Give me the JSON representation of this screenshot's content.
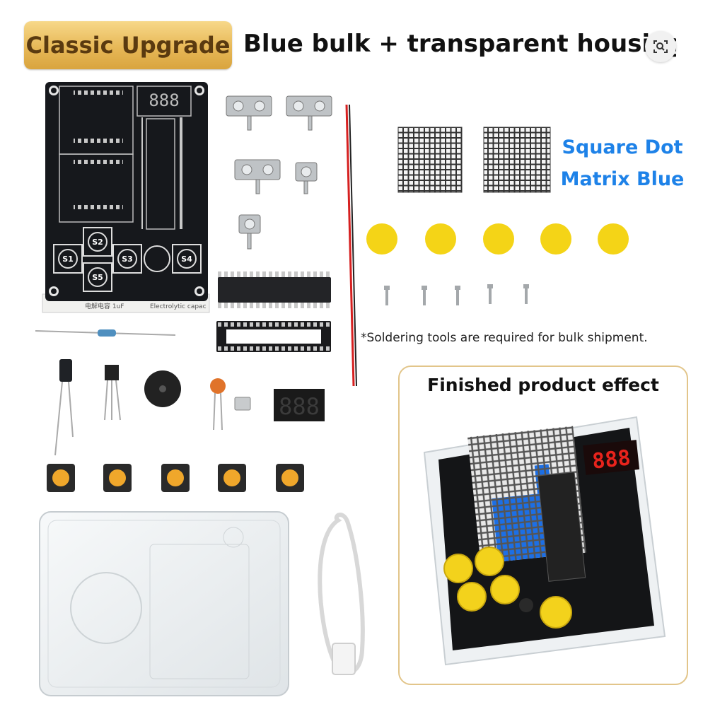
{
  "header": {
    "badge": "Classic Upgrade",
    "headline": "Blue bulk + transparent housing"
  },
  "icons": {
    "lens": "visual-search-icon"
  },
  "matrix_label": {
    "line1": "Square Dot",
    "line2": "Matrix Blue"
  },
  "note": "*Soldering tools are required for bulk shipment.",
  "finished": {
    "title": "Finished product effect"
  },
  "pcb": {
    "buttons": [
      "S1",
      "S2",
      "S3",
      "S4",
      "S5"
    ],
    "display_text": "888",
    "cap_label": "Electrolytic capac",
    "cap_label2": "电解电容 1uF"
  },
  "colors": {
    "accent_blue": "#1e82e8",
    "badge_gold": "#e7b857",
    "pcb": "#16181c",
    "button_yellow": "#f3d21c",
    "led_red": "#e8231c"
  }
}
